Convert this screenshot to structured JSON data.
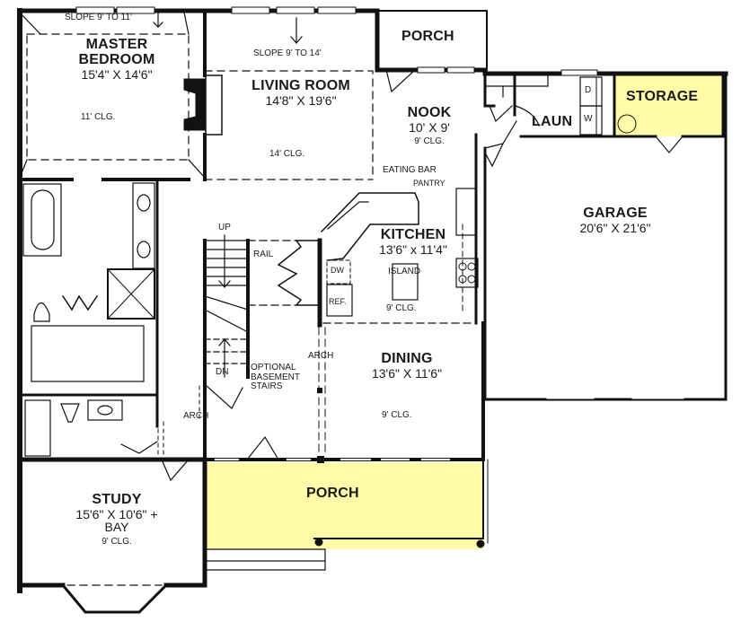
{
  "plan": {
    "fill_color": "#FFFBA8",
    "wall_color": "#111111",
    "rooms": {
      "master_bedroom": {
        "name_line1": "MASTER",
        "name_line2": "BEDROOM",
        "dimensions": "15'4\" X 14'6\"",
        "ceiling": "11' CLG.",
        "note": "SLOPE 9' TO 11'"
      },
      "living_room": {
        "name": "LIVING ROOM",
        "dimensions": "14'8\" X 19'6\"",
        "ceiling": "14' CLG.",
        "note": "SLOPE 9' TO 14'"
      },
      "porch_rear": {
        "name": "PORCH"
      },
      "nook": {
        "name": "NOOK",
        "dimensions": "10' X 9'",
        "ceiling": "9' CLG."
      },
      "laundry": {
        "name": "LAUN",
        "dryer": "D",
        "washer": "W"
      },
      "storage": {
        "name": "STORAGE"
      },
      "kitchen": {
        "name": "KITCHEN",
        "dimensions": "13'6\" x 11'4\"",
        "ceiling": "9' CLG.",
        "island": "ISLAND",
        "eating_bar": "EATING BAR",
        "pantry": "PANTRY",
        "dishwasher": "DW",
        "refrigerator": "REF."
      },
      "garage": {
        "name": "GARAGE",
        "dimensions": "20'6\" X 21'6\""
      },
      "dining": {
        "name": "DINING",
        "dimensions": "13'6\" X 11'6\"",
        "ceiling": "9' CLG.",
        "arch": "ARCH"
      },
      "stairs": {
        "up": "UP",
        "down": "DN",
        "rail": "RAIL",
        "note_line1": "OPTIONAL",
        "note_line2": "BASEMENT",
        "note_line3": "STAIRS",
        "arch": "ARCH"
      },
      "study": {
        "name": "STUDY",
        "dimensions": "15'6\" X 10'6\" +",
        "bay": "BAY",
        "ceiling": "9' CLG."
      },
      "porch_front": {
        "name": "PORCH"
      }
    }
  }
}
